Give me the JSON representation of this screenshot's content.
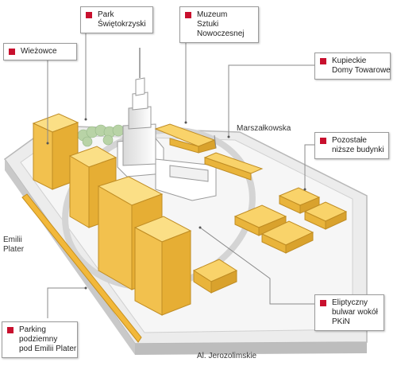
{
  "labels": {
    "park": [
      "Park",
      "Świętokrzyski"
    ],
    "muzeum": [
      "Muzeum",
      "Sztuki",
      "Nowoczesnej"
    ],
    "wiezowce": [
      "Wieżowce"
    ],
    "kupieckie": [
      "Kupieckie",
      "Domy Towarowe"
    ],
    "pozostale": [
      "Pozostałe",
      "niższe budynki"
    ],
    "parking": [
      "Parking",
      "podziemny",
      "pod Emilii Plater"
    ],
    "bulwar": [
      "Eliptyczny",
      "bulwar wokół",
      "PKiN"
    ]
  },
  "streets": {
    "marszalkowska": "Marszałkowska",
    "emilii_plater": [
      "Emilii",
      "Plater"
    ],
    "jerozolimskie": "Al. Jerozolimskie"
  },
  "colors": {
    "accent": "#c8102e",
    "building": "#f9d36a",
    "building_side": "#e9b43b",
    "ground": "#e4e4e4",
    "road": "#cfcfcf"
  }
}
